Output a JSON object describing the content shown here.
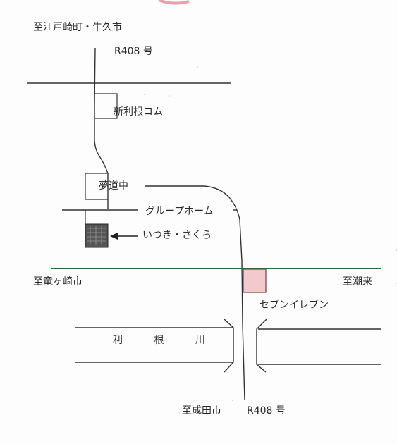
{
  "map": {
    "labels": {
      "to_edosaki": "至江戸崎町・牛久市",
      "route_top": "R408 号",
      "shin_tone_gomu": "新利根コム",
      "yumemichi": "夢道中",
      "group_home": "グループホーム",
      "itsuki_sakura": "いつき・さくら",
      "to_ryugasaki": "至竜ヶ崎市",
      "to_itako": "至潮来",
      "seven_eleven": "セブンイレブン",
      "tone_river": "利 根 川",
      "to_narita": "至成田市",
      "route_bottom": "R408 号"
    },
    "colors": {
      "road_line": "#333333",
      "green_road": "#2e6b3a",
      "seven_eleven_fill": "#f2c9cc",
      "seven_eleven_border": "#7a3a3a",
      "facility_fill": "#555555",
      "text": "#2a2a2a"
    }
  }
}
